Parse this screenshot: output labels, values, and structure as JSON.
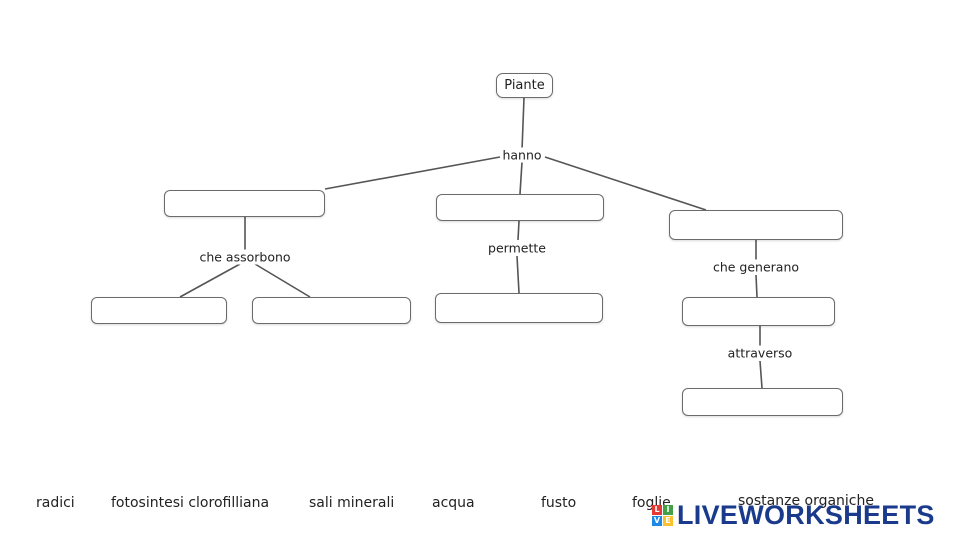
{
  "concept_map": {
    "root": "Piante",
    "links": {
      "hanno": "hanno",
      "che_assorbono": "che assorbono",
      "permette": "permette",
      "che_generano": "che generano",
      "attraverso": "attraverso"
    }
  },
  "word_bank": [
    "radici",
    "fotosintesi clorofilliana",
    "sali minerali",
    "acqua",
    "fusto",
    "foglie",
    "sostanze organiche"
  ],
  "brand": {
    "name": "LIVEWORKSHEETS",
    "tiles": [
      "L",
      "I",
      "V",
      "E"
    ],
    "colors": {
      "text": "#1a3a8c",
      "tile1": "#e53935",
      "tile2": "#43a047",
      "tile3": "#1e88e5",
      "tile4": "#fbc02d"
    }
  }
}
